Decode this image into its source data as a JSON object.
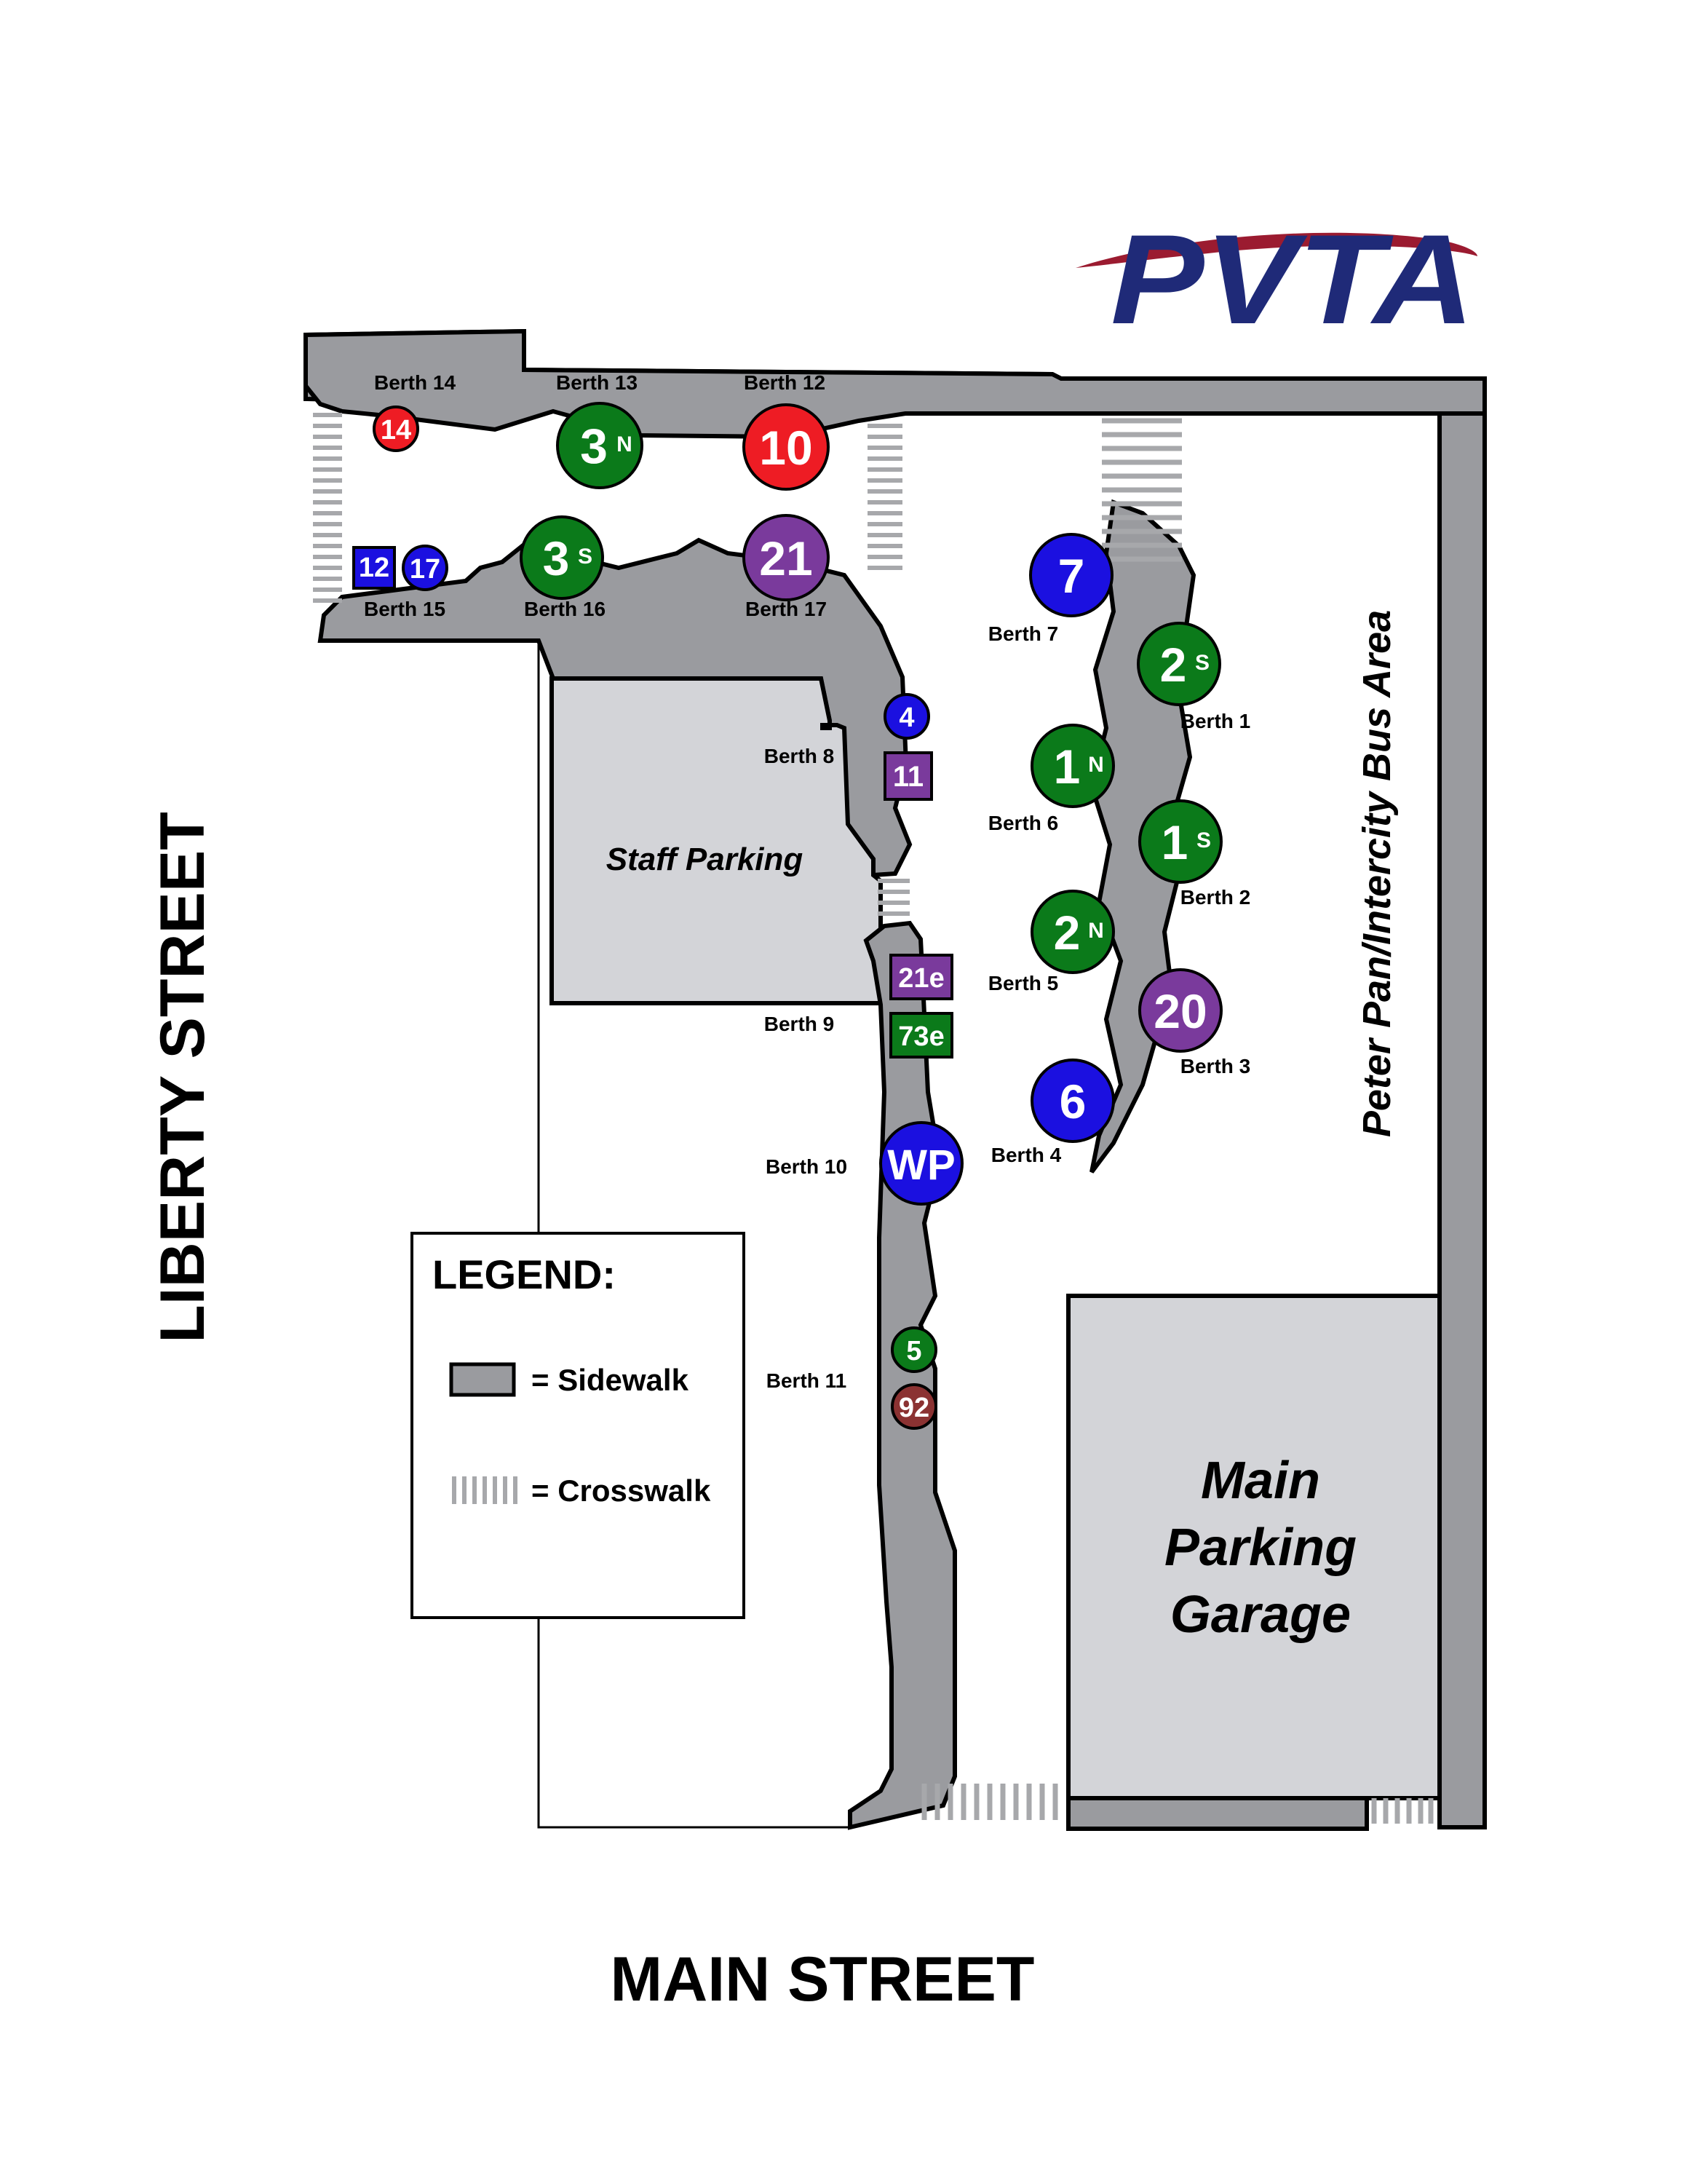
{
  "logo": {
    "text": "PVTA",
    "color": "#1f2a78",
    "swoosh_color": "#9b1b30"
  },
  "streets": {
    "west": "LIBERTY STREET",
    "south": "MAIN STREET"
  },
  "areas": {
    "staff_parking": "Staff Parking",
    "garage_line1": "Main",
    "garage_line2": "Parking",
    "garage_line3": "Garage",
    "bus_area": "Peter Pan/Intercity Bus Area"
  },
  "legend": {
    "title": "LEGEND:",
    "sidewalk": "= Sidewalk",
    "crosswalk": "= Crosswalk"
  },
  "berths": {
    "b1": "Berth 1",
    "b2": "Berth 2",
    "b3": "Berth 3",
    "b4": "Berth 4",
    "b5": "Berth 5",
    "b6": "Berth 6",
    "b7": "Berth 7",
    "b8": "Berth 8",
    "b9": "Berth 9",
    "b10": "Berth 10",
    "b11": "Berth 11",
    "b12": "Berth 12",
    "b13": "Berth 13",
    "b14": "Berth 14",
    "b15": "Berth 15",
    "b16": "Berth 16",
    "b17": "Berth 17"
  },
  "routes": {
    "r14": "14",
    "r3n": "3",
    "r3n_s": "N",
    "r10": "10",
    "r12": "12",
    "r17": "17",
    "r3s": "3",
    "r3s_s": "S",
    "r21": "21",
    "r4": "4",
    "r11": "11",
    "r21e": "21e",
    "r73e": "73e",
    "rwp": "WP",
    "r5": "5",
    "r92": "92",
    "r7": "7",
    "r2s": "2",
    "r2s_s": "S",
    "r1n": "1",
    "r1n_s": "N",
    "r1s": "1",
    "r1s_s": "S",
    "r2n": "2",
    "r2n_s": "N",
    "r20": "20",
    "r6": "6"
  },
  "colors": {
    "red": "#ee1c24",
    "green": "#0b7a1a",
    "blue": "#1b10e0",
    "purple": "#7a3a9c",
    "maroon": "#8b3232",
    "sidewalk": "#9a9b9f",
    "parking": "#d3d4d8",
    "crosswalk": "#a7a8ab"
  }
}
